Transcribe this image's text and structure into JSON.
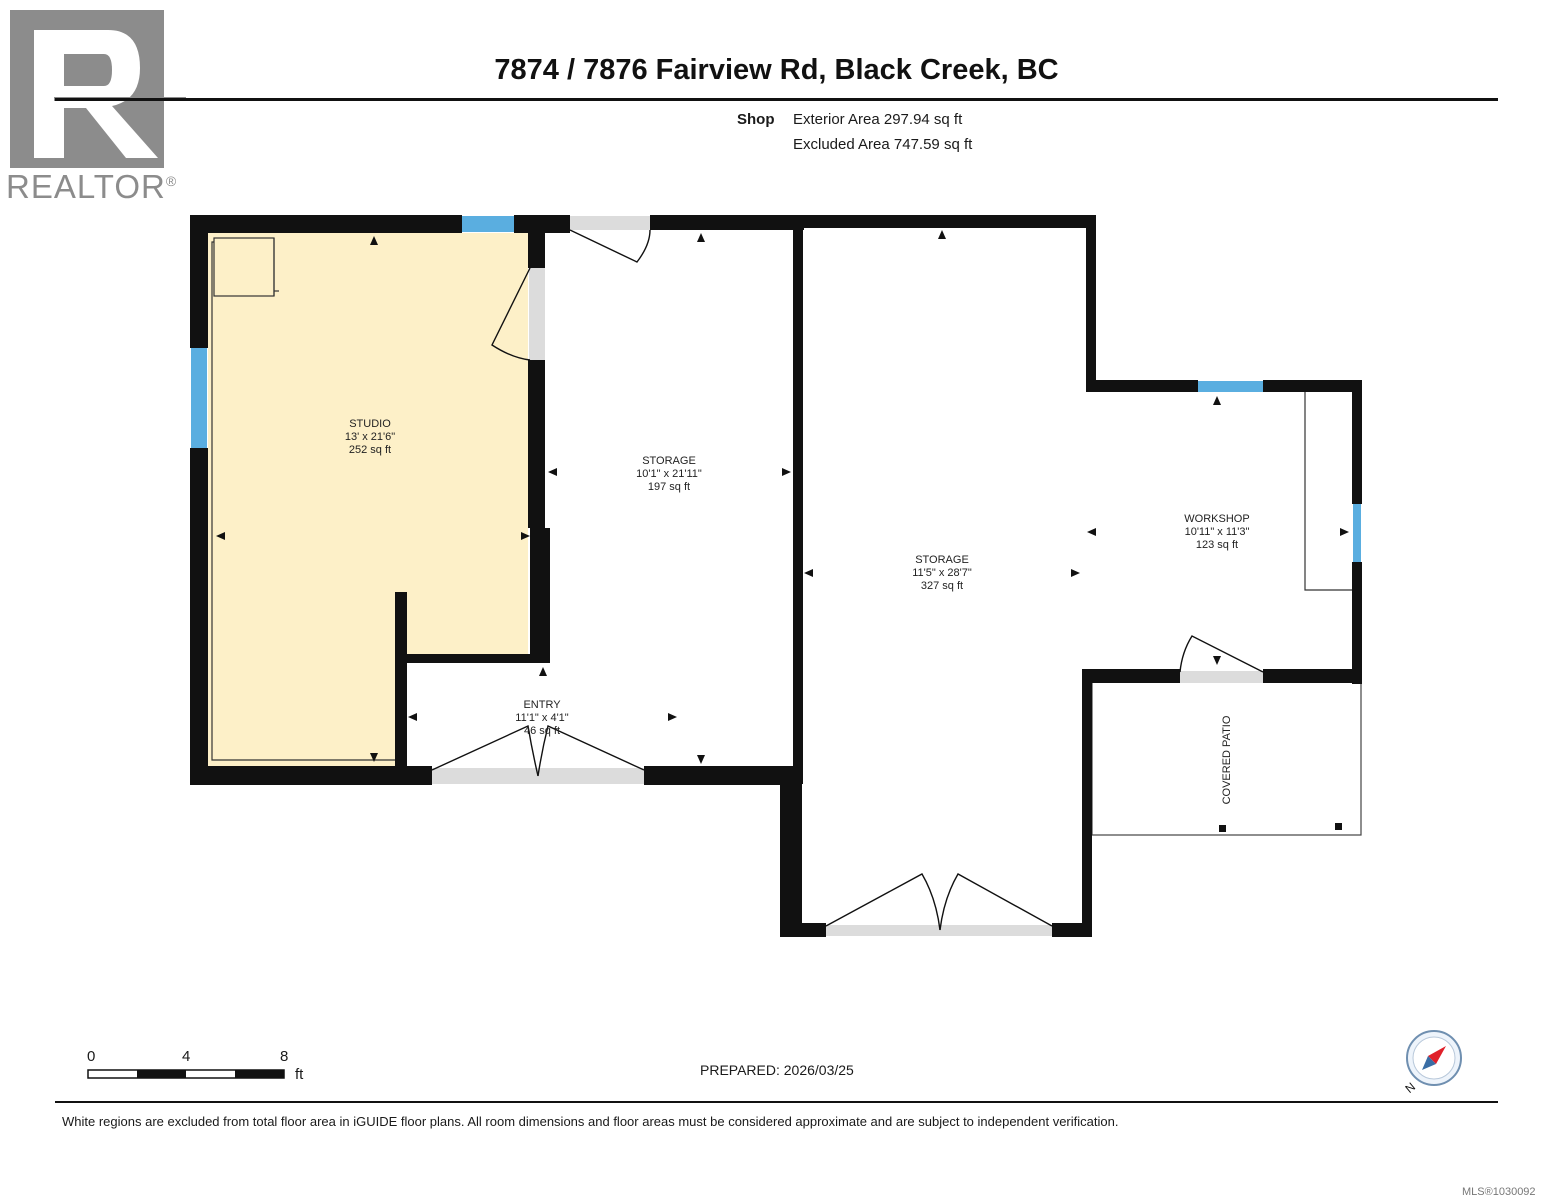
{
  "branding": {
    "logo_letter": "R",
    "logo_word": "REALTOR",
    "logo_mark": "®",
    "logo_color": "#8c8c8c"
  },
  "header": {
    "title": "7874 / 7876 Fairview Rd, Black Creek, BC",
    "area_label": "Shop",
    "exterior_area": "Exterior Area 297.94 sq ft",
    "excluded_area": "Excluded Area 747.59 sq ft"
  },
  "rooms": {
    "studio": {
      "name": "STUDIO",
      "dims": "13' x 21'6\"",
      "area": "252 sq ft"
    },
    "storage_1": {
      "name": "STORAGE",
      "dims": "10'1\" x 21'11\"",
      "area": "197 sq ft"
    },
    "storage_2": {
      "name": "STORAGE",
      "dims": "11'5\" x 28'7\"",
      "area": "327 sq ft"
    },
    "workshop": {
      "name": "WORKSHOP",
      "dims": "10'11\" x 11'3\"",
      "area": "123 sq ft"
    },
    "entry": {
      "name": "ENTRY",
      "dims": "11'1\" x 4'1\"",
      "area": "46 sq ft"
    },
    "covered_patio": {
      "name": "COVERED PATIO"
    }
  },
  "colors": {
    "wall": "#111111",
    "studio_fill": "#fdf0c8",
    "window": "#5aaee0",
    "door_opening": "#dcdcdc"
  },
  "scale": {
    "tick_0": "0",
    "tick_4": "4",
    "tick_8": "8",
    "unit": "ft"
  },
  "footer": {
    "prepared": "PREPARED: 2026/03/25",
    "disclaimer": "White regions are excluded from total floor area in iGUIDE floor plans. All room dimensions and floor areas must be considered approximate and are subject to independent verification.",
    "mls": "MLS®1030092",
    "compass_label": "N"
  }
}
